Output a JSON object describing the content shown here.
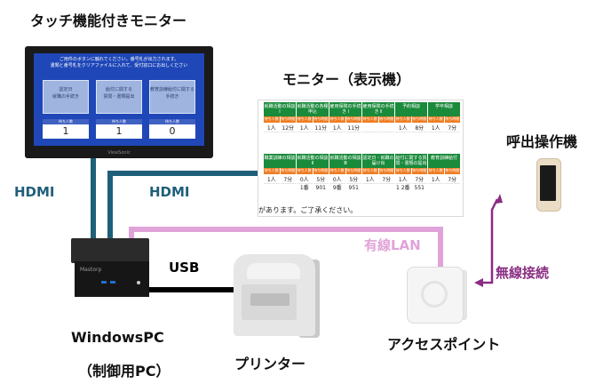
{
  "labels": {
    "touch_monitor": "タッチ機能付きモニター",
    "display_monitor": "モニター（表示機）",
    "caller": "呼出操作機",
    "pc_line1": "WindowsPC",
    "pc_line2": "（制御用PC）",
    "printer": "プリンター",
    "access_point": "アクセスポイント"
  },
  "connections": {
    "hdmi_left": "HDMI",
    "hdmi_right": "HDMI",
    "usb": "USB",
    "wired_lan": "有線LAN",
    "wireless": "無線接続"
  },
  "colors": {
    "hdmi": "#1f5f7a",
    "usb": "#000000",
    "lan": "#e0a3d9",
    "wireless": "#8a2d83"
  },
  "touch_screen": {
    "header_line1": "ご用件のボタンに触れてください。番号札が出力されます。",
    "header_line2": "書類と番号札をクリアファイルに入れて、受付窓口にお出しください",
    "buttons": [
      {
        "line1": "認定日",
        "line2": "就職の手続き",
        "count_head": "待ち人数",
        "count": "1"
      },
      {
        "line1": "給付に関する",
        "line2": "質問・書類提出",
        "count_head": "待ち人数",
        "count": "1"
      },
      {
        "line1": "教育訓練給付に関する",
        "line2": "手続き",
        "count_head": "待ち人数",
        "count": "0"
      }
    ],
    "brand": "ViewSonic"
  },
  "board": {
    "top_heads": [
      "就職活動の相談 Ⅰ",
      "就職活動の各種申込",
      "雇用保険の手続き Ⅰ",
      "雇用保険の手続き Ⅱ",
      "予約相談",
      "学卒相談"
    ],
    "top_sub": [
      "待ち人数",
      "待ち時間",
      "待ち人数",
      "待ち時間",
      "待ち人数",
      "待ち時間",
      "待ち人数",
      "待ち時間",
      "待ち人数",
      "待ち時間",
      "待ち人数",
      "待ち時間"
    ],
    "top_vals": [
      "1人",
      "12分",
      "1人",
      "11分",
      "1人",
      "11分",
      "",
      "",
      "1人",
      "8分",
      "1人",
      "7分"
    ],
    "bottom_heads": [
      "職業訓練の相談",
      "就職活動の相談 Ⅱ",
      "就職活動の相談 Ⅲ",
      "認定日・就職の届け出",
      "給付に関する質問・書類の提出",
      "教育訓練給付"
    ],
    "bottom_sub": [
      "待ち人数",
      "待ち時間",
      "待ち人数",
      "待ち時間",
      "待ち人数",
      "待ち時間",
      "待ち人数",
      "待ち時間",
      "待ち人数",
      "待ち時間",
      "待ち人数",
      "待ち時間"
    ],
    "bottom_vals": [
      "1人",
      "7分",
      "0人",
      "5分",
      "0人",
      "5分",
      "1人",
      "7分",
      "1人",
      "7分",
      "1人",
      "7分"
    ],
    "bottom_nums": [
      "",
      "",
      "1番",
      "901",
      "9番",
      "951",
      "",
      "",
      "1 2番",
      "551",
      "",
      ""
    ],
    "message": "があります。ご了承ください。"
  },
  "pc_brand": "Mastorp"
}
